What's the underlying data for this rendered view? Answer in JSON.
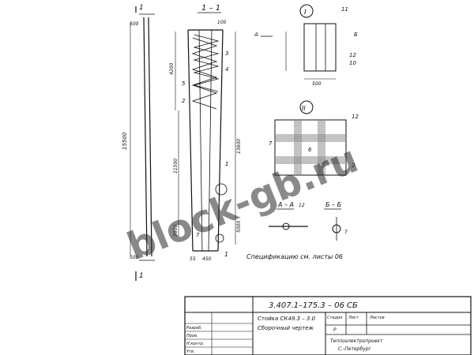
{
  "marks": {
    "section_1_1": "1 – 1",
    "cut_label_1": "1",
    "view_I": "I",
    "view_II": "II",
    "section_A_A": "А – А",
    "section_B_B": "Б – Б",
    "arrow_A": "А",
    "arrow_B": "Б"
  },
  "dimensions": {
    "overall_height": "15500",
    "top_dim": "4200",
    "mid_dim": "11500",
    "bottom_dim": "3800",
    "right_dim": "13600",
    "bottom_right_dim": "5000",
    "bottom_width": "450",
    "left_width": "500",
    "top_width": "500",
    "top_small": "100",
    "base_small": "55"
  },
  "callouts": {
    "p1": "1",
    "p2": "2",
    "p3": "3",
    "p4": "4",
    "p5": "5",
    "p6": "6",
    "p7": "7",
    "p10": "10",
    "p11": "11",
    "p12": "12"
  },
  "notes": {
    "spec_reference": "Спецификацию  см. листы 06"
  },
  "title_block": {
    "code": "3.407.1–175.3 – 06 СБ",
    "name_line1": "Стойка СК49.3 – 3.0",
    "name_line2": "Сборочный чертеж",
    "stage_header": "Стадия",
    "sheet_header": "Лист",
    "sheets_header": "Листов",
    "stage_value": "Р",
    "org_line1": "Теплоэлектропроект",
    "org_line2": "С.-Петербург",
    "roles": [
      "Разраб.",
      "Пров.",
      "Н.контр.",
      "Утв."
    ]
  },
  "watermark": "block-gb.ru"
}
